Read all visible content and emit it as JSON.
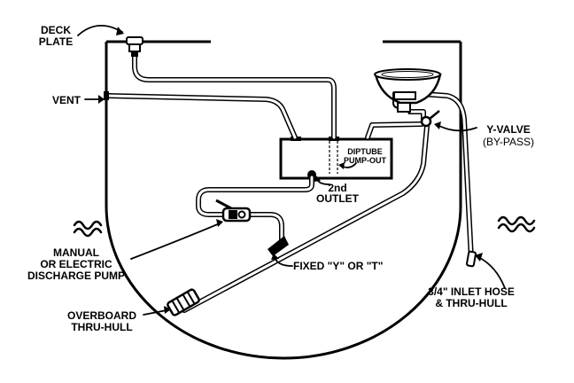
{
  "labels": {
    "deck_plate_1": "DECK",
    "deck_plate_2": "PLATE",
    "vent": "VENT",
    "diptube_1": "DIPTUBE",
    "diptube_2": "PUMP-OUT",
    "outlet_1": "2nd",
    "outlet_2": "OUTLET",
    "yvalve_1": "Y-VALVE",
    "yvalve_2": "(BY-PASS)",
    "pump_1": "MANUAL",
    "pump_2": "OR ELECTRIC",
    "pump_3": "DISCHARGE PUMP",
    "fixed": "FIXED \"Y\" OR \"T\"",
    "inlet_1": "3/4\" INLET HOSE",
    "inlet_2": "& THRU-HULL",
    "overboard_1": "OVERBOARD",
    "overboard_2": "THRU-HULL"
  }
}
